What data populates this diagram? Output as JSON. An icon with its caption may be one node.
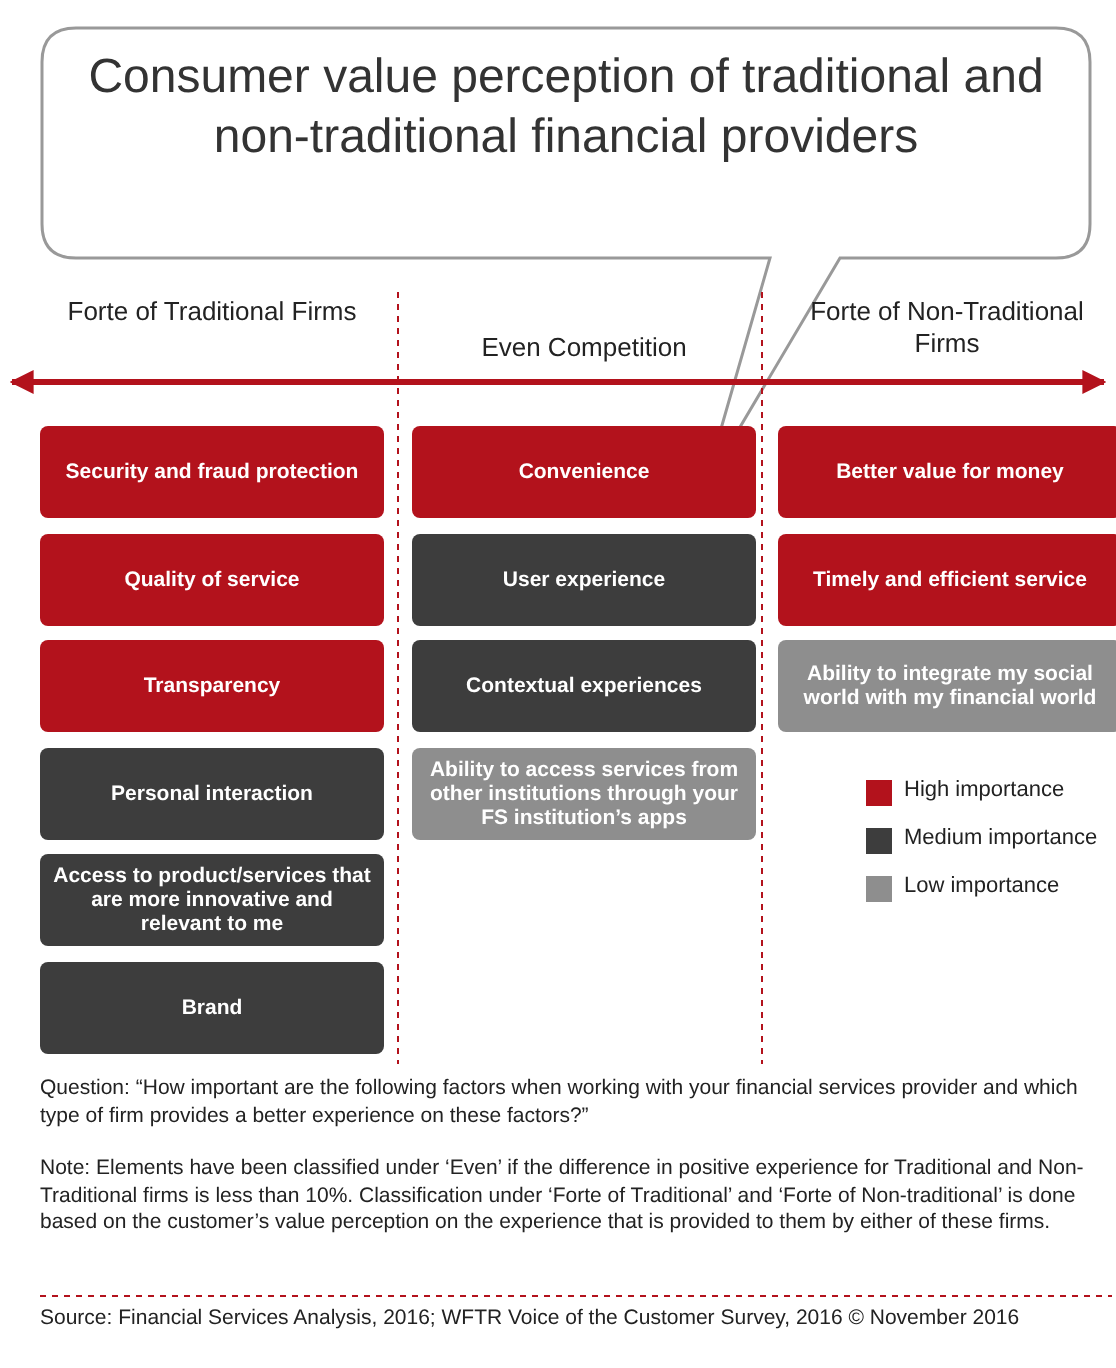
{
  "diagram": {
    "title": "Consumer value perception of traditional and non-traditional financial providers",
    "nodes": [
      {
        "text": [
          "Security and fraud protection"
        ]
      },
      {
        "text": [
          "Convenience"
        ]
      },
      {
        "text": [
          "Better value for money"
        ]
      },
      {
        "text": [
          "Quality of service"
        ]
      },
      {
        "text": [
          "User experience"
        ]
      },
      {
        "text": [
          "Timely and efficient service"
        ]
      },
      {
        "text": [
          "Transparency"
        ]
      },
      {
        "text": [
          "Contextual experiences"
        ]
      },
      {
        "text": [
          "Ability to integrate my social world with my financial world"
        ]
      },
      {
        "text": [
          "Personal interaction"
        ]
      },
      {
        "text": [
          "Ability to access services from other institutions through your FS institution’s apps"
        ]
      },
      {
        "text": [
          "Access to product/services that are more innovative and relevant to me"
        ]
      },
      {
        "text": [
          "Brand"
        ]
      }
    ],
    "edges": [],
    "labels": [
      "Forte of Traditional Firms",
      "Even Competition",
      "Forte of Non-Traditional Firms",
      "Question: “How important are the following factors when working with your financial services provider and which type of firm provides a better experience on these factors?”",
      "Note: Elements have been classified under ‘Even’ if the difference in positive experience for Traditional and Non-Traditional firms is less than 10%. Classification under ‘Forte of Traditional’ and ‘Forte of Non-traditional’ is done based on the customer’s value perception on the experience that is provided to them by either of these firms.",
      "Source: Financial Services Analysis, 2016; WFTR Voice of the Customer Survey, 2016 © November 2016"
    ],
    "legend": [
      {
        "text": "High importance",
        "color": "#b3121c"
      },
      {
        "text": "Medium importance",
        "color": "#3d3d3d"
      },
      {
        "text": "Low importance",
        "color": "#8e8e8e"
      }
    ]
  }
}
